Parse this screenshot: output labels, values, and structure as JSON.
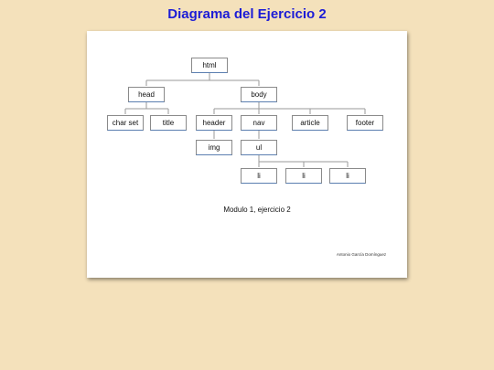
{
  "title": "Diagrama del Ejercicio 2",
  "diagram": {
    "nodes": {
      "html": "html",
      "head": "head",
      "body": "body",
      "charset": "char set",
      "title": "title",
      "header": "header",
      "nav": "nav",
      "article": "article",
      "footer": "footer",
      "img": "img",
      "ul": "ul",
      "li1": "li",
      "li2": "li",
      "li3": "li"
    },
    "caption": "Modulo 1, ejercicio 2",
    "author": "Antonio García Domínguez"
  },
  "colors": {
    "background": "#f4e1bb",
    "title": "#1c1cd6",
    "sheet": "#ffffff",
    "node_border": "#8a8a8a",
    "node_accent": "#5b7fb0"
  }
}
